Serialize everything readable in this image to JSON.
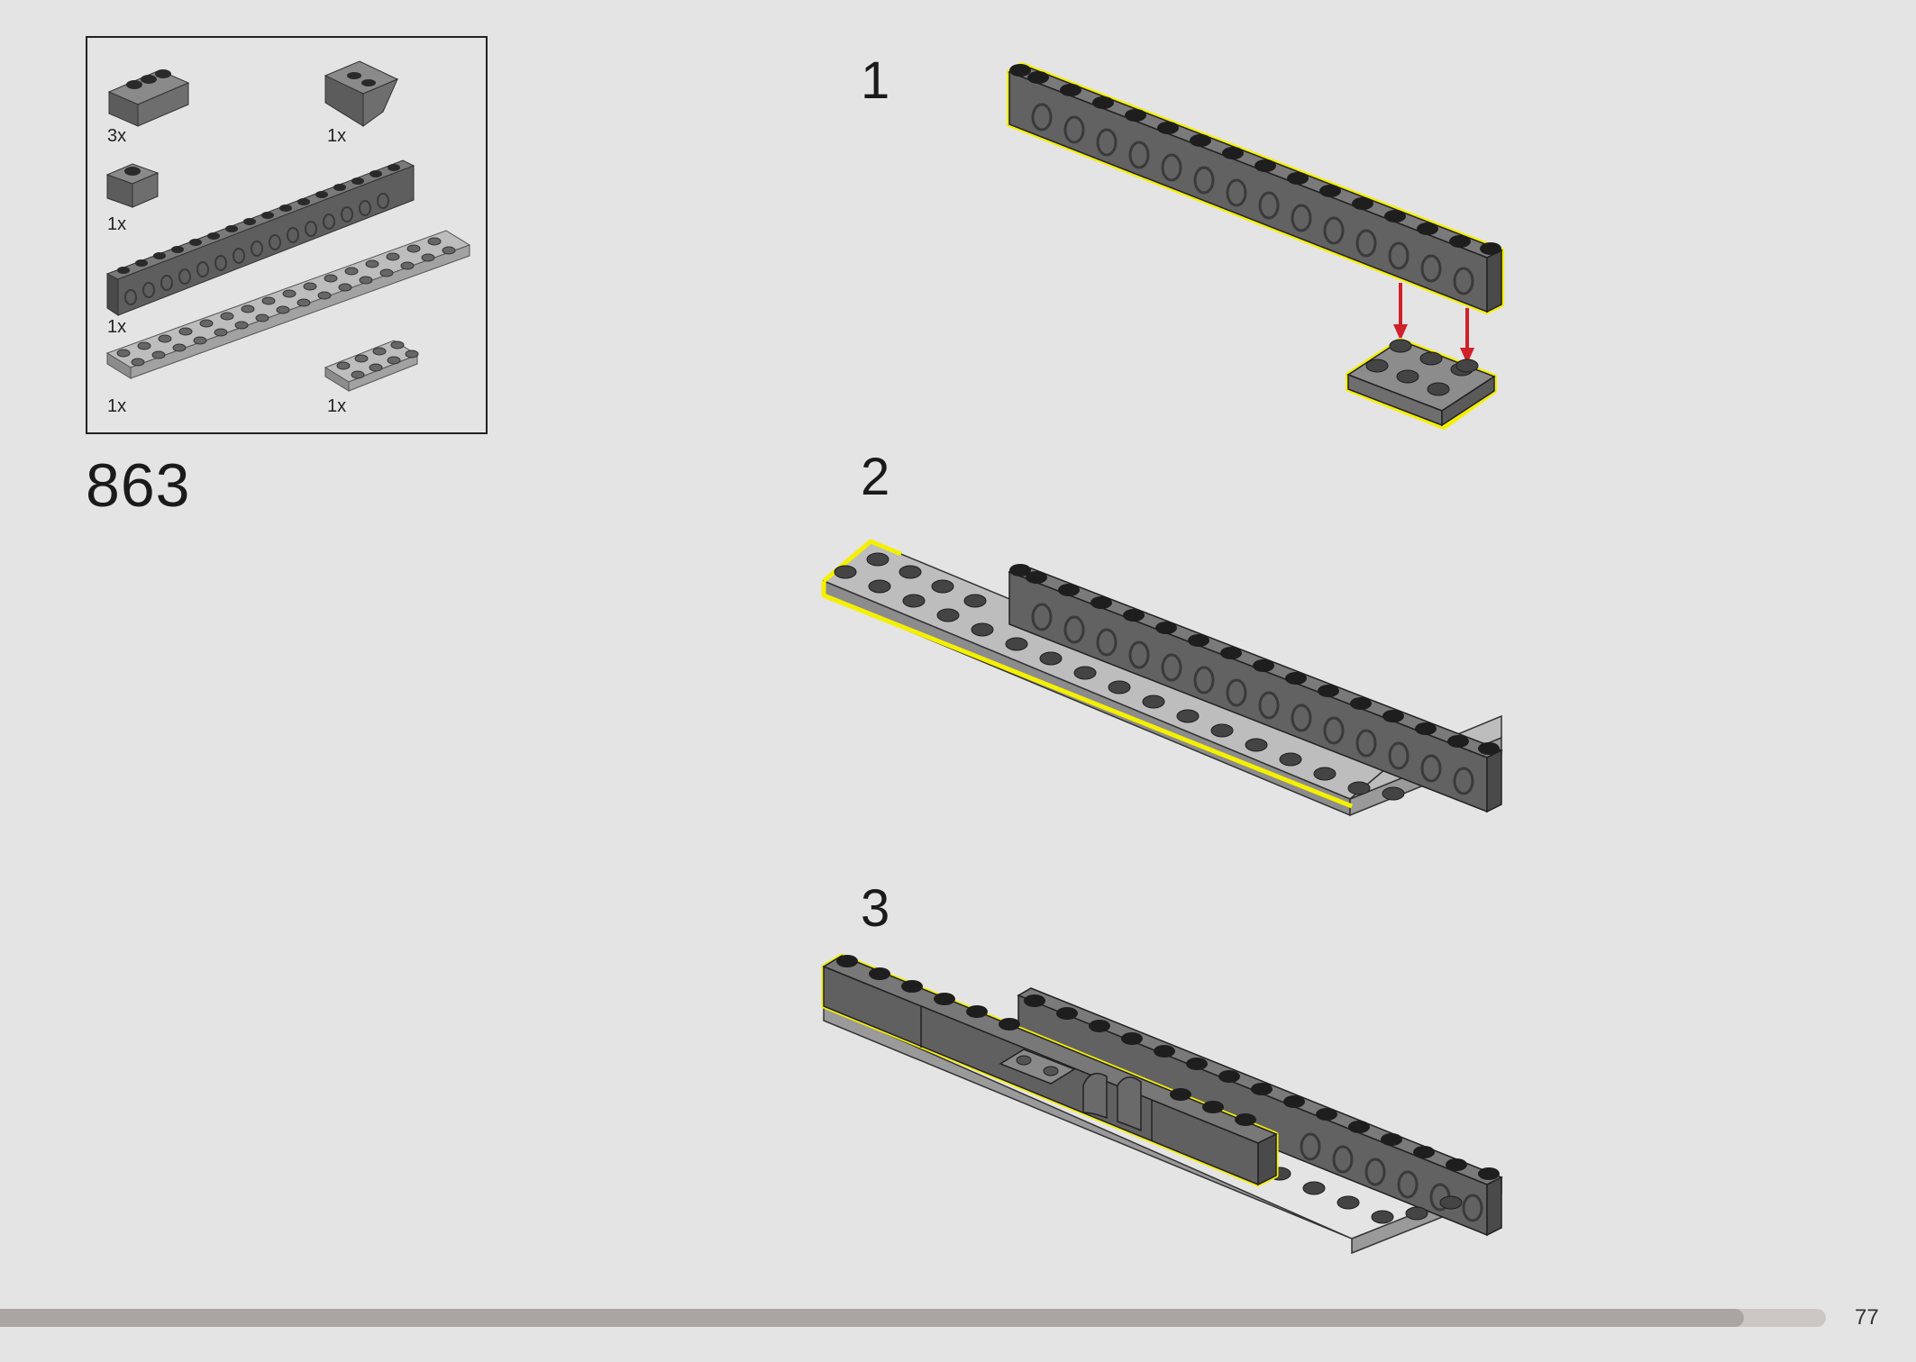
{
  "parts_list": {
    "items": [
      {
        "part": "brick-1x2",
        "quantity": "3x"
      },
      {
        "part": "slope-inverted",
        "quantity": "1x"
      },
      {
        "part": "brick-1x1-round",
        "quantity": "1x"
      },
      {
        "part": "technic-beam-1x16",
        "quantity": "1x"
      },
      {
        "part": "plate-2x16",
        "quantity": "1x"
      },
      {
        "part": "plate-2x4",
        "quantity": "1x"
      }
    ]
  },
  "sub_step_number": "863",
  "steps": [
    {
      "number": "1"
    },
    {
      "number": "2"
    },
    {
      "number": "3"
    }
  ],
  "colors": {
    "background": "#e4e4e4",
    "dark_gray_part": "#6b6b6b",
    "light_gray_part": "#9a9a9a",
    "highlight": "#f5f000",
    "arrow": "#d0202a"
  },
  "footer": {
    "page_number": "77",
    "progress": 0.955
  }
}
